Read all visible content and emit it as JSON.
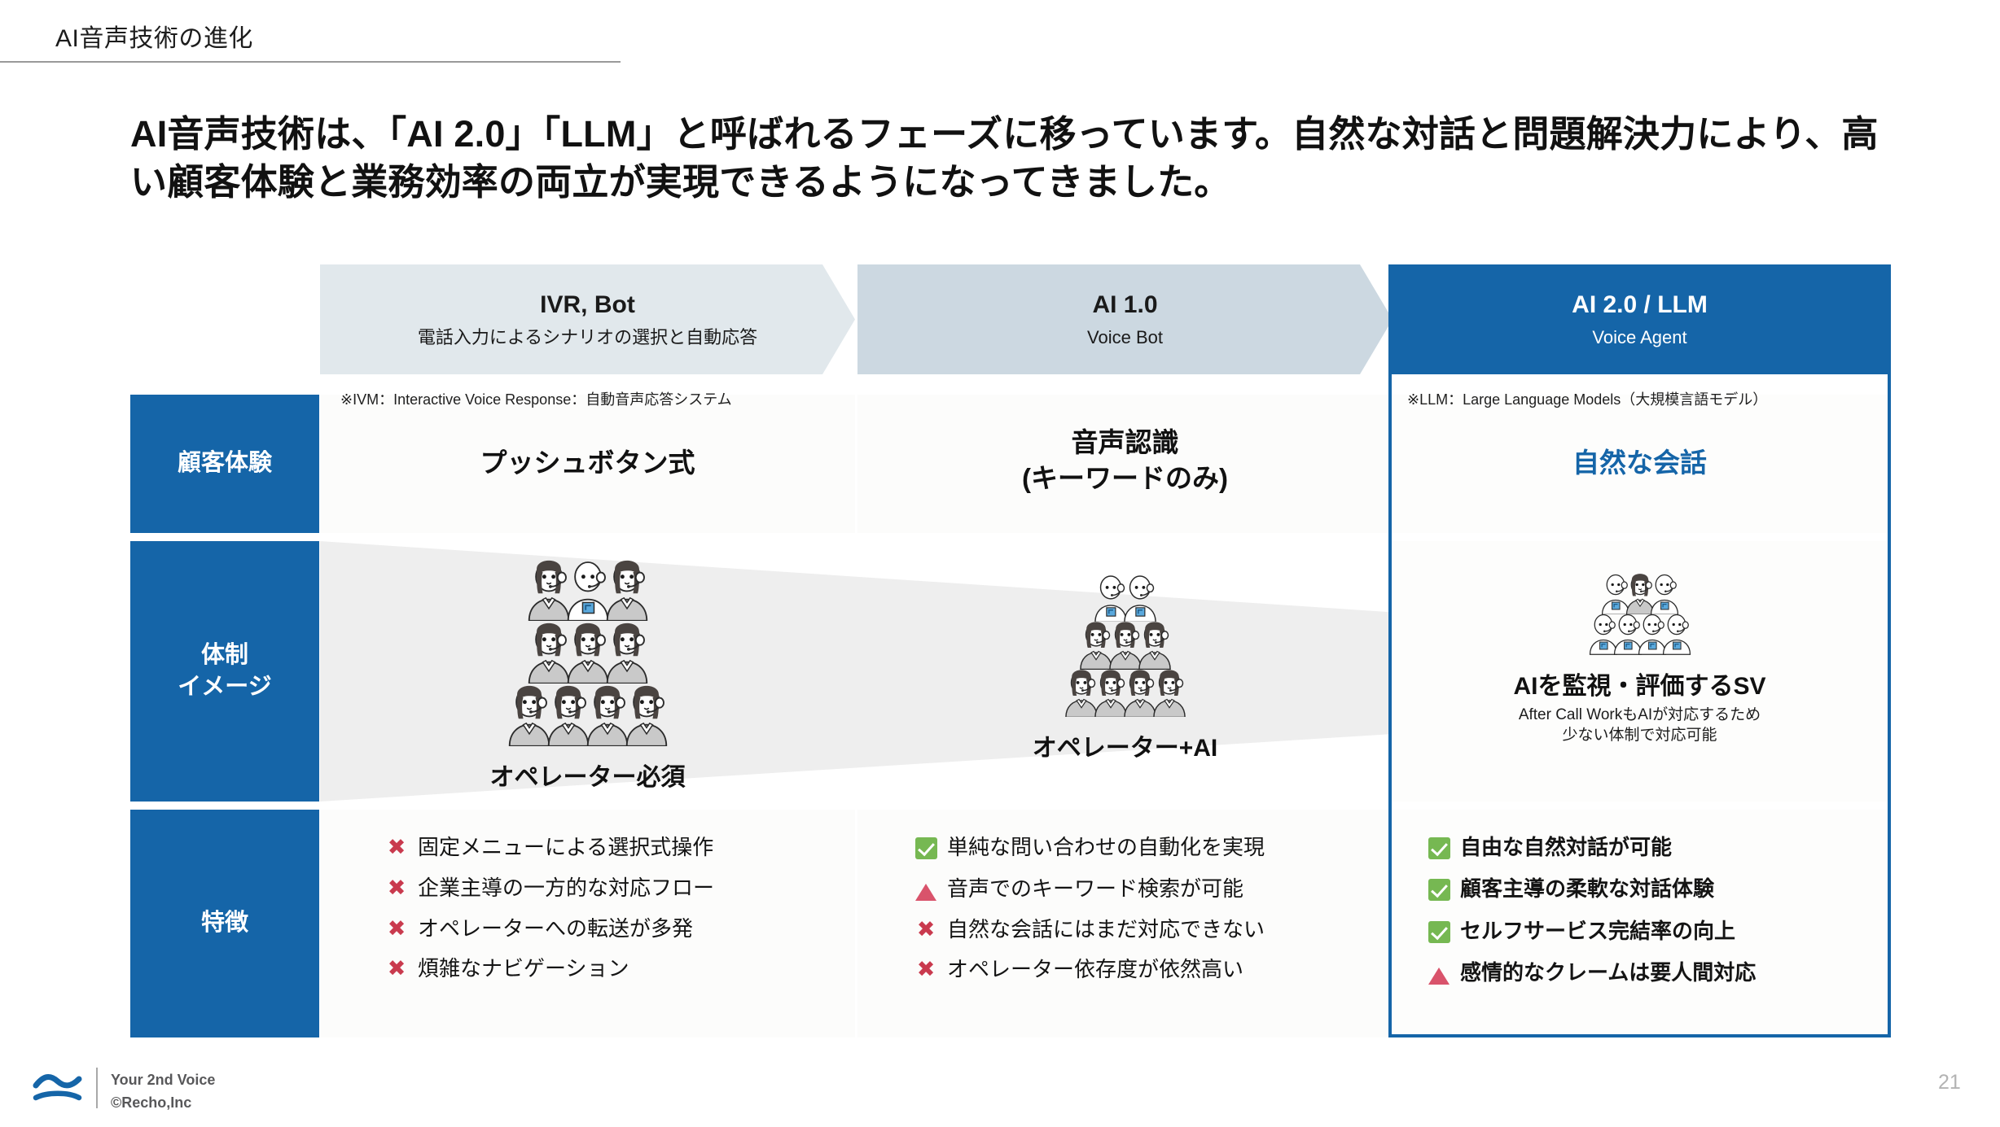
{
  "slide": {
    "kicker": "AI音声技術の進化",
    "headline": "AI音声技術は、「AI 2.0」「LLM」と呼ばれるフェーズに移っています。自然な対話と問題解決力により、高い顧客体験と業務効率の両立が実現できるようになってきました。",
    "page_number": "21"
  },
  "colors": {
    "brand_blue": "#1565a8",
    "phase0_header": "#e1e8ec",
    "phase1_header": "#ccd8e1",
    "wedge_gray": "#eeeeee",
    "x_red": "#c93a4e",
    "check_green": "#76b852",
    "triangle_pink": "#d9536b"
  },
  "phases": [
    {
      "title": "IVR, Bot",
      "subtitle": "電話入力によるシナリオの選択と自動応答",
      "footnote": "※IVM：Interactive Voice Response：自動音声応答システム"
    },
    {
      "title": "AI 1.0",
      "subtitle": "Voice Bot",
      "footnote": ""
    },
    {
      "title": "AI 2.0 / LLM",
      "subtitle": "Voice Agent",
      "footnote": "※LLM：Large Language Models（大規模言語モデル）"
    }
  ],
  "row_labels": [
    {
      "label": "顧客体験"
    },
    {
      "label_line1": "体制",
      "label_line2": "イメージ"
    },
    {
      "label": "特徴"
    }
  ],
  "customer_experience": [
    {
      "line1": "プッシュボタン式",
      "line2": ""
    },
    {
      "line1": "音声認識",
      "line2": "(キーワードのみ)"
    },
    {
      "line1": "自然な会話",
      "line2": ""
    }
  ],
  "organization": [
    {
      "caption": "オペレーター必須",
      "sub1": "",
      "sub2": "",
      "humans": 9,
      "robots": 1
    },
    {
      "caption": "オペレーター+AI",
      "sub1": "",
      "sub2": "",
      "humans": 7,
      "robots": 2
    },
    {
      "caption": "AIを監視・評価するSV",
      "sub1": "After Call WorkもAIが対応するため",
      "sub2": "少ない体制で対応可能",
      "humans": 1,
      "robots": 6
    }
  ],
  "features": [
    {
      "items": [
        {
          "mark": "cross",
          "text": "固定メニューによる選択式操作"
        },
        {
          "mark": "cross",
          "text": "企業主導の一方的な対応フロー"
        },
        {
          "mark": "cross",
          "text": "オペレーターへの転送が多発"
        },
        {
          "mark": "cross",
          "text": "煩雑なナビゲーション"
        }
      ]
    },
    {
      "items": [
        {
          "mark": "check",
          "text": "単純な問い合わせの自動化を実現"
        },
        {
          "mark": "triangle",
          "text": "音声でのキーワード検索が可能"
        },
        {
          "mark": "cross",
          "text": "自然な会話にはまだ対応できない"
        },
        {
          "mark": "cross",
          "text": "オペレーター依存度が依然高い"
        }
      ]
    },
    {
      "items": [
        {
          "mark": "check",
          "text": "自由な自然対話が可能"
        },
        {
          "mark": "check",
          "text": "顧客主導の柔軟な対話体験"
        },
        {
          "mark": "check",
          "text": "セルフサービス完結率の向上"
        },
        {
          "mark": "triangle",
          "text": "感情的なクレームは要人間対応"
        }
      ]
    }
  ],
  "footer": {
    "logo_icon": "wave-approx-logo-icon",
    "line1": "Your 2nd Voice",
    "line2": "©Recho,Inc"
  }
}
